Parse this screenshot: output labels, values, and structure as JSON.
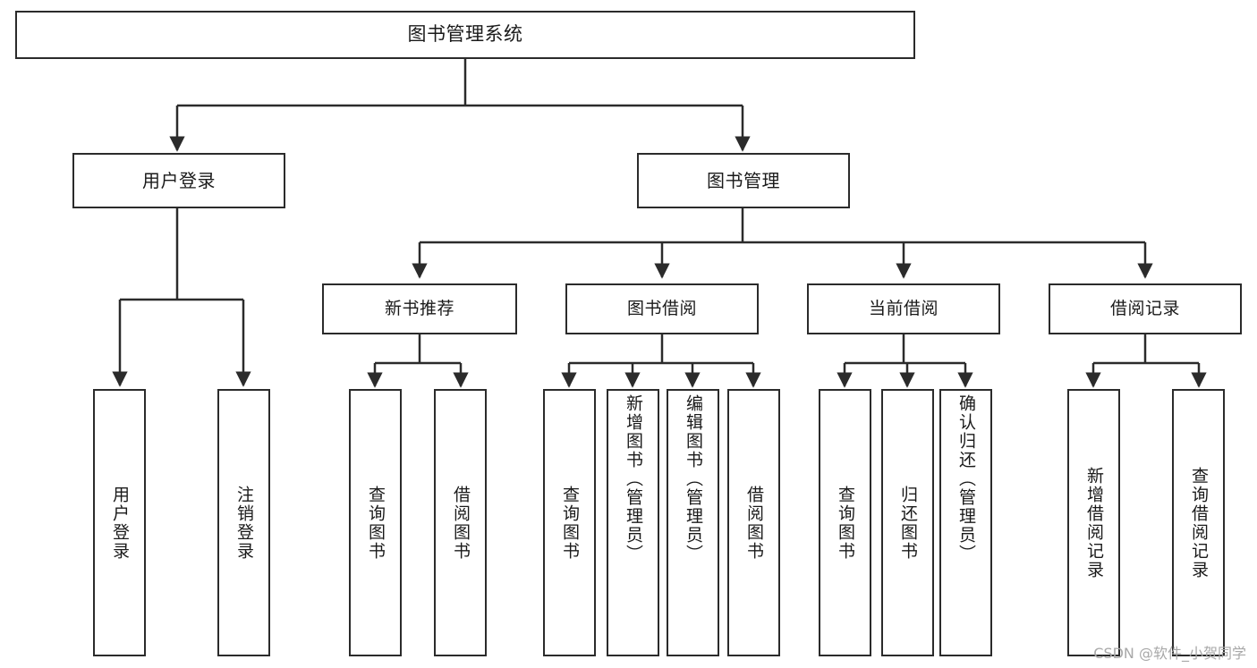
{
  "diagram": {
    "title": "图书管理系统",
    "watermark": "CSDN @软件_小贺同学",
    "colors": {
      "stroke": "#2b2b2b",
      "background": "#ffffff",
      "text": "#1a1a1a",
      "watermark": "#a8a8a8"
    },
    "root": {
      "label": "图书管理系统"
    },
    "level2": [
      {
        "label": "用户登录"
      },
      {
        "label": "图书管理"
      }
    ],
    "level3": [
      {
        "label": "新书推荐"
      },
      {
        "label": "图书借阅"
      },
      {
        "label": "当前借阅"
      },
      {
        "label": "借阅记录"
      }
    ],
    "leaves": {
      "user_login": [
        {
          "label": "用户登录"
        },
        {
          "label": "注销登录"
        }
      ],
      "new_book_recommend": [
        {
          "label": "查询图书"
        },
        {
          "label": "借阅图书"
        }
      ],
      "book_borrow": [
        {
          "label": "查询图书"
        },
        {
          "label": "新增图书（管理员）"
        },
        {
          "label": "编辑图书（管理员）"
        },
        {
          "label": "借阅图书"
        }
      ],
      "current_borrow": [
        {
          "label": "查询图书"
        },
        {
          "label": "归还图书"
        },
        {
          "label": "确认归还（管理员）"
        }
      ],
      "borrow_record": [
        {
          "label": "新增借阅记录"
        },
        {
          "label": "查询借阅记录"
        }
      ]
    }
  }
}
